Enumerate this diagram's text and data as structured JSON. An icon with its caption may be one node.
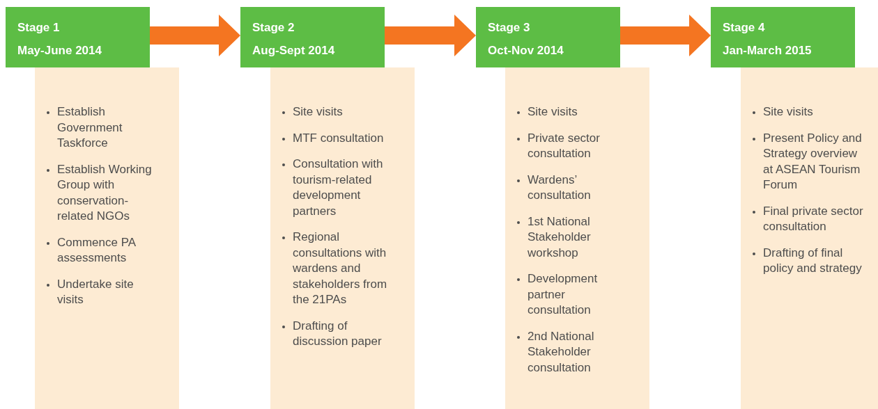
{
  "diagram": {
    "nodes": [
      {
        "text": [
          "Stage 1",
          "May-June 2014"
        ]
      },
      {
        "text": [
          "Establish Government Taskforce",
          "Establish Working Group with conservation-related NGOs",
          "Commence PA assessments",
          "Undertake site visits"
        ]
      },
      {
        "text": [
          "Stage 2",
          "Aug-Sept 2014"
        ]
      },
      {
        "text": [
          "Site visits",
          "MTF consultation",
          "Consultation with tourism-related development partners",
          "Regional consultations with wardens and stakeholders from the 21PAs",
          "Drafting of discussion paper"
        ]
      },
      {
        "text": [
          "Stage 3",
          "Oct-Nov 2014"
        ]
      },
      {
        "text": [
          "Site visits",
          "Private sector consultation",
          "Wardens’ consultation",
          "1st National Stakeholder workshop",
          "Development partner consultation",
          "2nd National Stakeholder consultation"
        ]
      },
      {
        "text": [
          "Stage 4",
          "Jan-March 2015"
        ]
      },
      {
        "text": [
          "Site visits",
          "Present Policy and Strategy overview at ASEAN Tourism Forum",
          "Final private sector consultation",
          "Drafting of final policy and strategy"
        ]
      }
    ],
    "edges": [
      {
        "from": 0,
        "to": 2,
        "arrow": "to"
      },
      {
        "from": 2,
        "to": 4,
        "arrow": "to"
      },
      {
        "from": 4,
        "to": 6,
        "arrow": "to"
      }
    ]
  }
}
